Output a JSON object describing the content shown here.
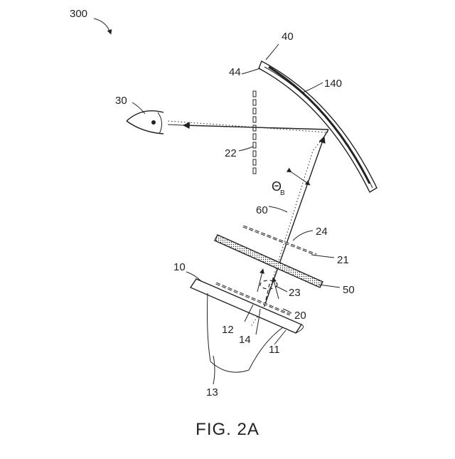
{
  "figure": {
    "caption": "FIG. 2A",
    "labels": {
      "ref_300": "300",
      "ref_40": "40",
      "ref_44": "44",
      "ref_140": "140",
      "ref_30": "30",
      "ref_22": "22",
      "theta_symbol": "Θ",
      "theta_sub": "B",
      "ref_60": "60",
      "ref_24": "24",
      "ref_21": "21",
      "ref_10": "10",
      "ref_50": "50",
      "ref_23": "23",
      "ref_20": "20",
      "ref_12": "12",
      "ref_14": "14",
      "ref_11": "11",
      "ref_13": "13"
    }
  }
}
